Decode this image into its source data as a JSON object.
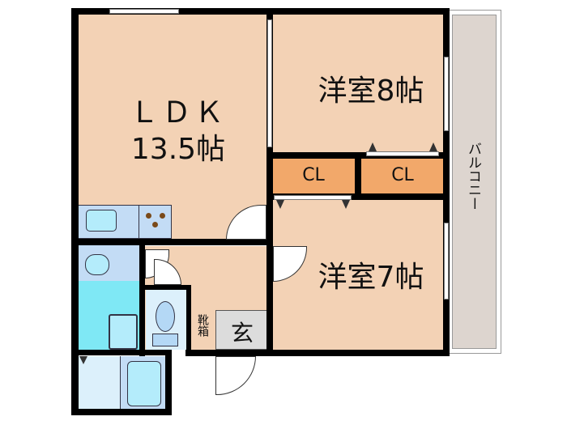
{
  "floorplan": {
    "rooms": {
      "ldk": {
        "name": "ＬＤＫ",
        "size": "13.5帖"
      },
      "western_8": {
        "name": "洋室8帖"
      },
      "western_7": {
        "name": "洋室7帖"
      },
      "closet_1": {
        "name": "CL"
      },
      "closet_2": {
        "name": "CL"
      },
      "entrance": {
        "name": "玄"
      },
      "shoe_box": {
        "name": "靴箱"
      },
      "balcony": {
        "name": "バルコニー"
      }
    },
    "colors": {
      "room": "#f3d2b5",
      "closet": "#f2a86a",
      "wet_area": "#7fe8f5",
      "kitchen": "#c3dcf5",
      "entrance": "#dcdcdc",
      "balcony": "#ddd5cf",
      "wall": "#000000"
    }
  }
}
